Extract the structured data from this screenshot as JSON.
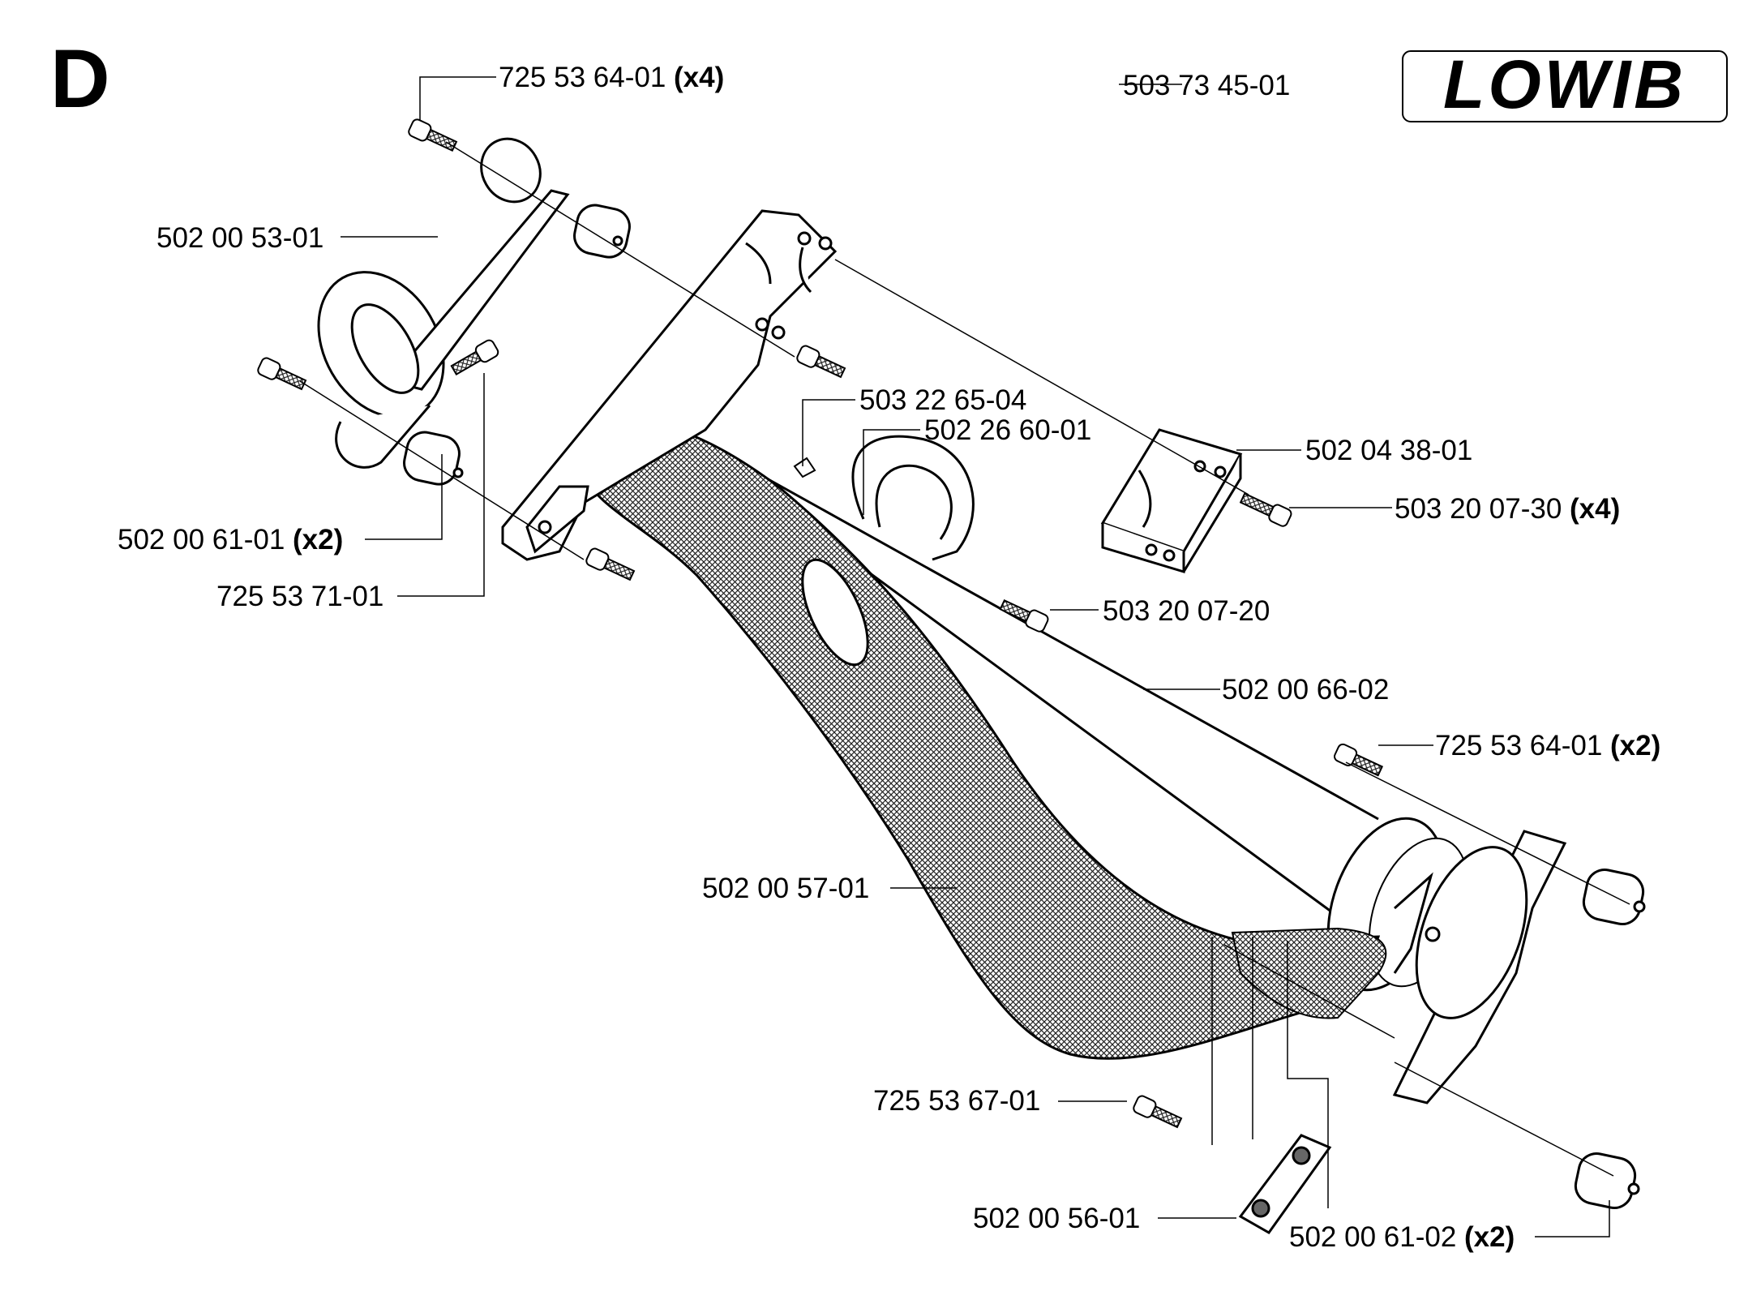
{
  "sheet": {
    "letter": "D"
  },
  "logo": {
    "text": "LOWIB",
    "part_number": "503 73 45-01"
  },
  "callouts": [
    {
      "id": "c01",
      "number": "725 53 64-01",
      "qty": "(x4)"
    },
    {
      "id": "c02",
      "number": "502 00 53-01",
      "qty": ""
    },
    {
      "id": "c03",
      "number": "502 00 61-01",
      "qty": "(x2)"
    },
    {
      "id": "c04",
      "number": "725 53 71-01",
      "qty": ""
    },
    {
      "id": "c05",
      "number": "503 22 65-04",
      "qty": ""
    },
    {
      "id": "c06",
      "number": "502 26 60-01",
      "qty": ""
    },
    {
      "id": "c07",
      "number": "502 04 38-01",
      "qty": ""
    },
    {
      "id": "c08",
      "number": "503 20 07-30",
      "qty": "(x4)"
    },
    {
      "id": "c09",
      "number": "503 20 07-20",
      "qty": ""
    },
    {
      "id": "c10",
      "number": "502 00 66-02",
      "qty": ""
    },
    {
      "id": "c11",
      "number": "725 53 64-01",
      "qty": "(x2)"
    },
    {
      "id": "c12",
      "number": "502 00 57-01",
      "qty": ""
    },
    {
      "id": "c13",
      "number": "725 53 67-01",
      "qty": ""
    },
    {
      "id": "c14",
      "number": "502 00 56-01",
      "qty": ""
    },
    {
      "id": "c15",
      "number": "502 00 61-02",
      "qty": "(x2)"
    }
  ]
}
